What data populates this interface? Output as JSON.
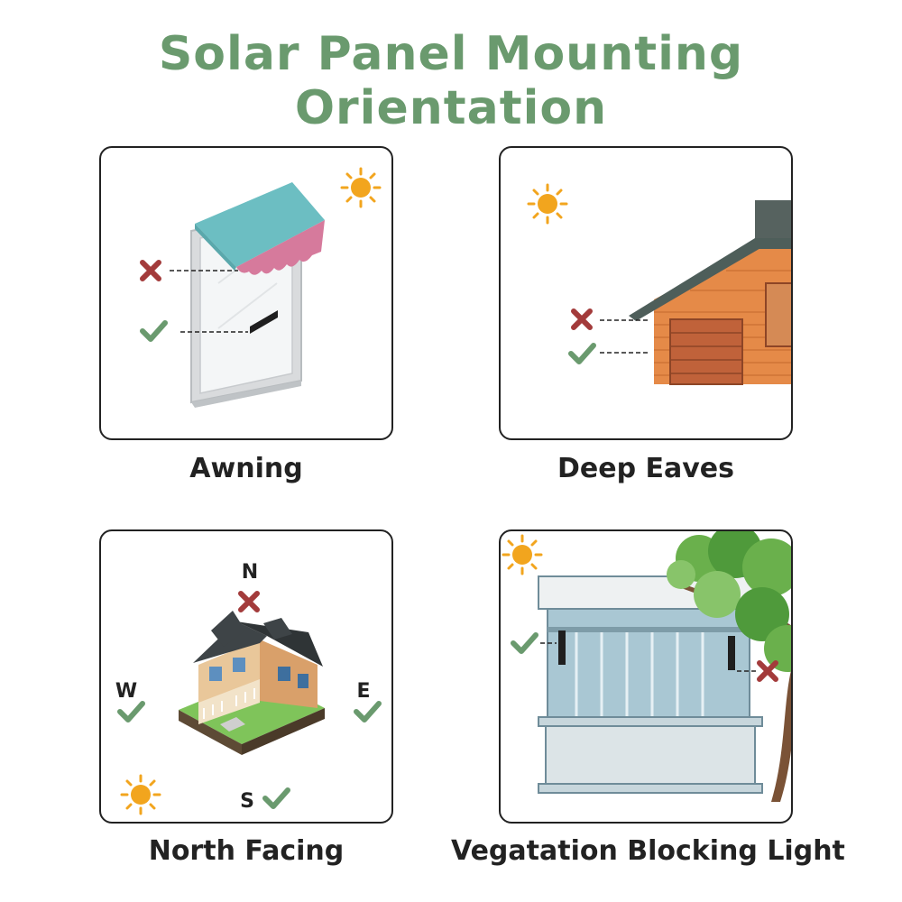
{
  "title": "Solar Panel Mounting Orientation",
  "panels": [
    {
      "caption": "Awning"
    },
    {
      "caption": "Deep Eaves"
    },
    {
      "caption": "North Facing",
      "directions": {
        "north": "N",
        "west": "W",
        "east": "E",
        "south": "S"
      }
    },
    {
      "caption": "Vegatation Blocking Light"
    }
  ],
  "icons": {
    "sun": "sun-icon",
    "good": "check-icon",
    "bad": "cross-icon"
  },
  "colors": {
    "title": "#6a9a6e",
    "check": "#6a9a6e",
    "cross": "#a33b3b",
    "sun": "#f2a51e",
    "awning": "#6cbec2",
    "awning_trim": "#d67a9c",
    "house_wall": "#e58a48",
    "roof": "#4e5e5a"
  }
}
